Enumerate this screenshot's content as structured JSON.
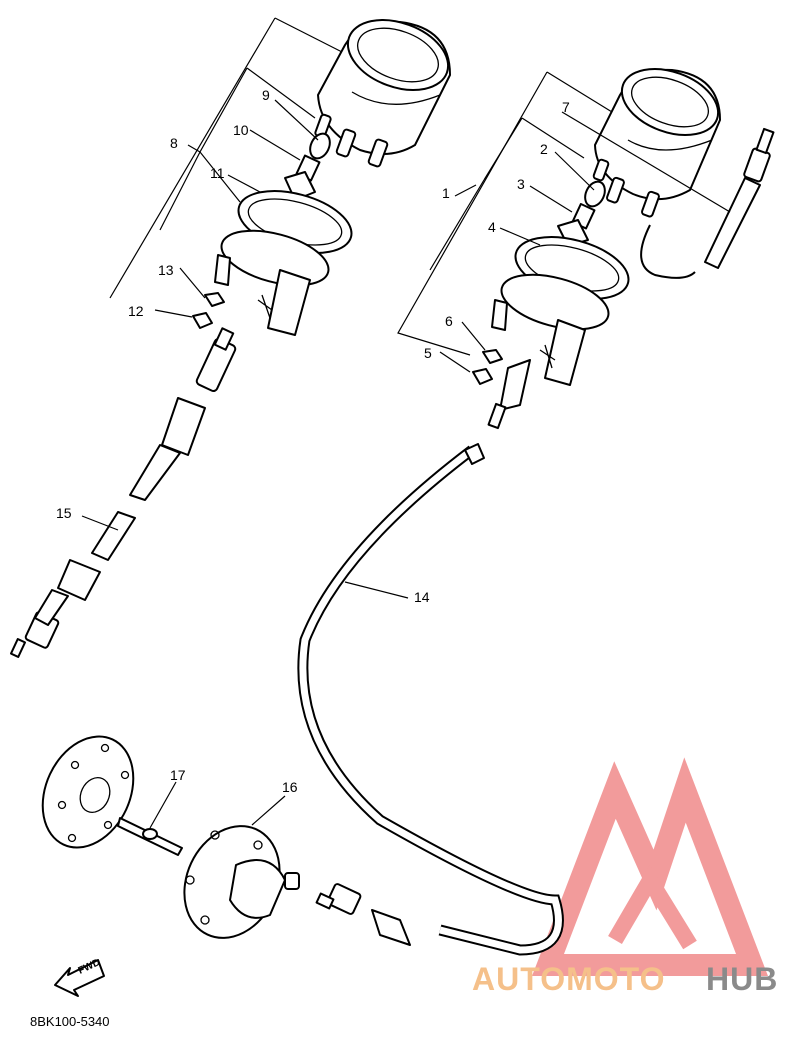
{
  "diagram": {
    "ref_code": "8BK100-5340",
    "fwd_label": "FWD",
    "callouts": {
      "c1": "1",
      "c2": "2",
      "c3": "3",
      "c4": "4",
      "c5": "5",
      "c6": "6",
      "c7": "7",
      "c8": "8",
      "c9": "9",
      "c10": "10",
      "c11": "11",
      "c12": "12",
      "c13": "13",
      "c14": "14",
      "c15": "15",
      "c16": "16",
      "c17": "17"
    }
  },
  "watermark": {
    "part1": "AUTOMOTO",
    "part2": "HUB",
    "colors": {
      "logo": "#f08a8a",
      "text_light": "#f5c08a",
      "text_dark": "#8a8a8a"
    }
  }
}
